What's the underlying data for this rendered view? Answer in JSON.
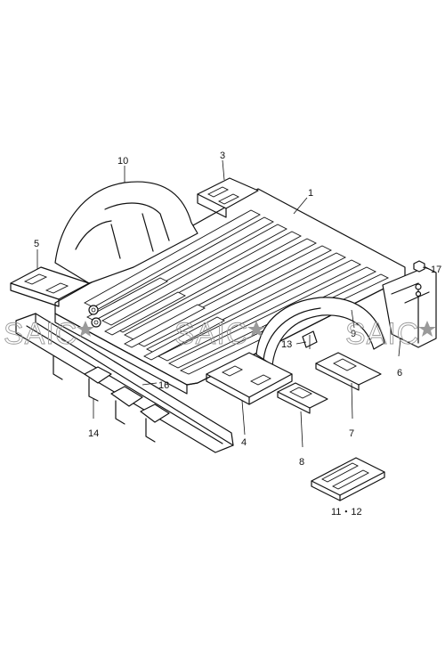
{
  "callouts": [
    {
      "id": "1",
      "text": "1"
    },
    {
      "id": "3",
      "text": "3"
    },
    {
      "id": "4",
      "text": "4"
    },
    {
      "id": "5",
      "text": "5"
    },
    {
      "id": "6",
      "text": "6"
    },
    {
      "id": "7",
      "text": "7"
    },
    {
      "id": "8",
      "text": "8"
    },
    {
      "id": "9",
      "text": "9"
    },
    {
      "id": "10",
      "text": "10"
    },
    {
      "id": "11-12",
      "text": "11・12"
    },
    {
      "id": "13",
      "text": "13"
    },
    {
      "id": "14",
      "text": "14"
    },
    {
      "id": "16",
      "text": "16"
    },
    {
      "id": "17",
      "text": "17"
    }
  ],
  "watermark": {
    "text": "SAIC"
  },
  "colors": {
    "line": "#111111",
    "background": "#ffffff",
    "watermark": "#9a9a9a"
  }
}
